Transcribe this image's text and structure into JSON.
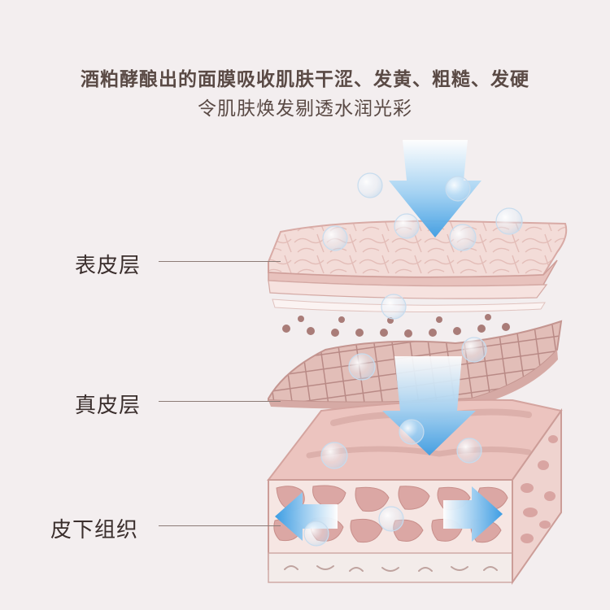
{
  "headline": {
    "line1": "酒粕酵酿出的面膜吸收肌肤干涩、发黄、粗糙、发硬",
    "line2": "令肌肤焕发剔透水润光彩"
  },
  "labels": {
    "epidermis": "表皮层",
    "dermis": "真皮层",
    "subcutaneous": "皮下组织"
  },
  "colors": {
    "background": "#f3eeef",
    "skin_top": "#f2d6d3",
    "skin_edge": "#e4b8b4",
    "tissue_cell": "#d9a3a1",
    "arrow_blue": "#4aa6e6",
    "leader_line": "#8c7b76"
  }
}
